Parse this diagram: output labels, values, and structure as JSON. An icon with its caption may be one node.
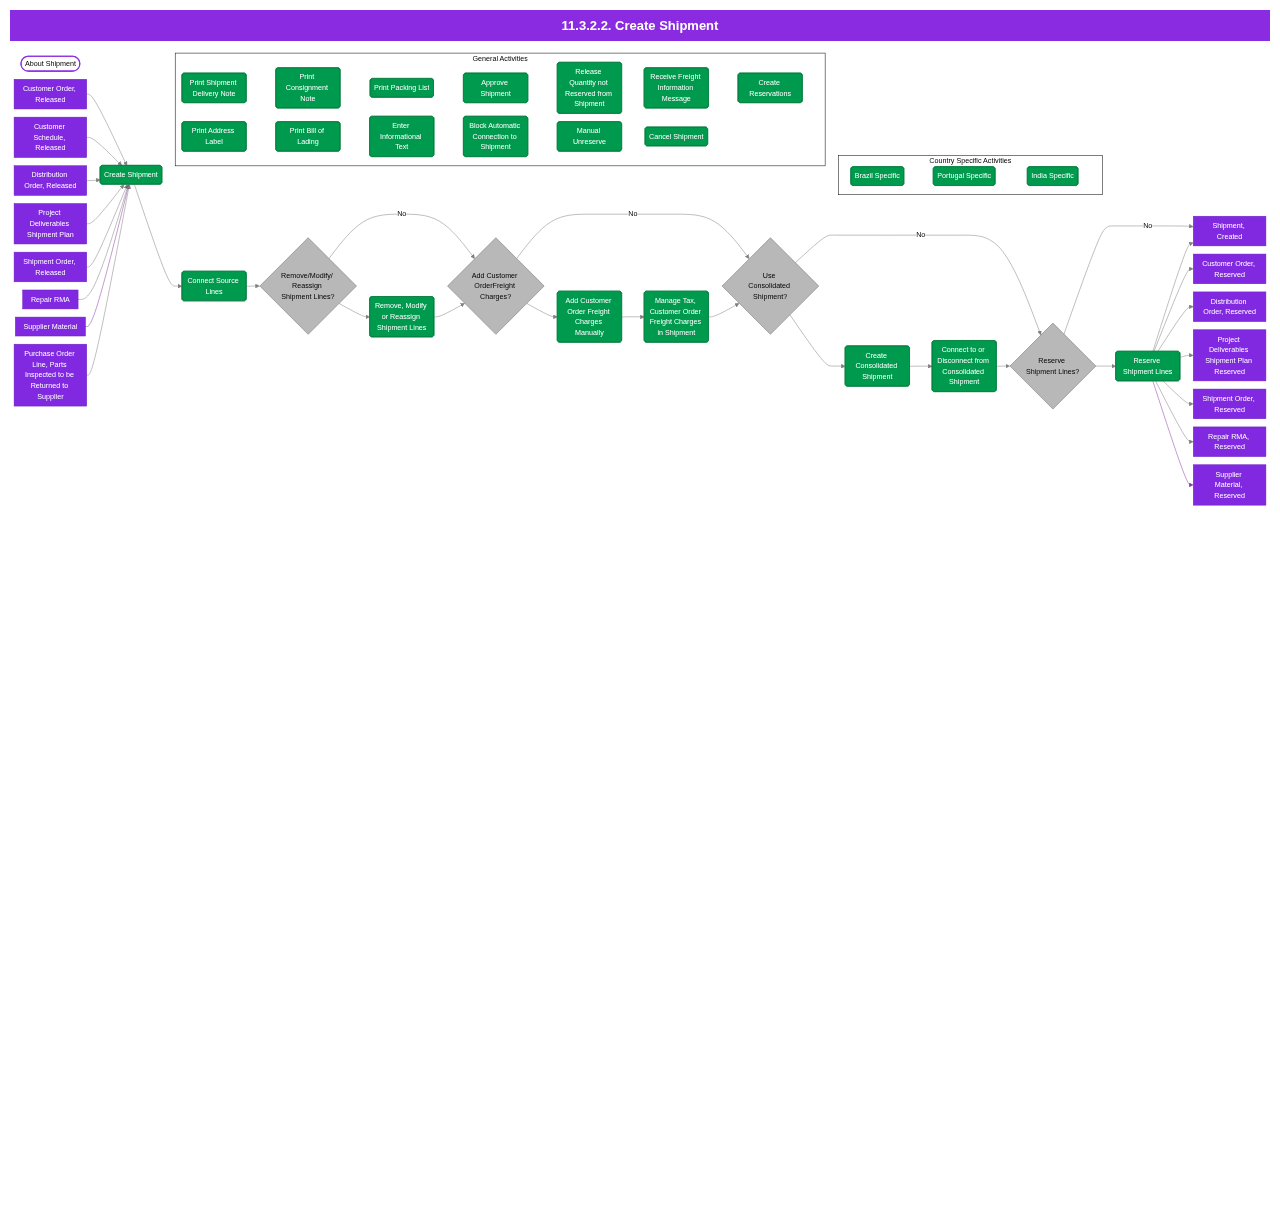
{
  "diagram": {
    "title": "11.3.2.2. Create Shipment",
    "nodes": [
      {
        "text": [
          "About Shipment"
        ]
      },
      {
        "text": [
          "Customer Order, Released"
        ]
      },
      {
        "text": [
          "Customer Schedule, Released"
        ]
      },
      {
        "text": [
          "Distribution Order, Released"
        ]
      },
      {
        "text": [
          "Project Deliverables Shipment Plan"
        ]
      },
      {
        "text": [
          "Shipment Order, Released"
        ]
      },
      {
        "text": [
          "Repair RMA"
        ]
      },
      {
        "text": [
          "Supplier Material"
        ]
      },
      {
        "text": [
          "Purchase Order Line, Parts Inspected to be Returned to Supplier"
        ]
      },
      {
        "text": [
          "Create Shipment"
        ]
      },
      {
        "text": [
          "Connect Source Lines"
        ]
      },
      {
        "text": [
          "Remove/Modify/ Reassign Shipment Lines?"
        ]
      },
      {
        "text": [
          "Remove, Modify or Reassign Shipment Lines"
        ]
      },
      {
        "text": [
          "Add Customer OrderFreight Charges?"
        ]
      },
      {
        "text": [
          "Add Customer Order Freight Charges Manually"
        ]
      },
      {
        "text": [
          "Manage Tax, Customer Order Freight Charges in Shipment"
        ]
      },
      {
        "text": [
          "Use Consolidated Shipment?"
        ]
      },
      {
        "text": [
          "Create Consolidated Shipment"
        ]
      },
      {
        "text": [
          "Connect to or Disconnect from Consolidated Shipment"
        ]
      },
      {
        "text": [
          "Reserve Shipment Lines?"
        ]
      },
      {
        "text": [
          "Reserve Shipment Lines"
        ]
      },
      {
        "text": [
          "Shipment, Created"
        ]
      },
      {
        "text": [
          "Customer Order, Reserved"
        ]
      },
      {
        "text": [
          "Distribution Order, Reserved"
        ]
      },
      {
        "text": [
          "Project Deliverables Shipment Plan Reserved"
        ]
      },
      {
        "text": [
          "Shipment Order, Reserved"
        ]
      },
      {
        "text": [
          "Repair RMA, Reserved"
        ]
      },
      {
        "text": [
          "Supplier Material, Reserved"
        ]
      },
      {
        "text": [
          "General Activities"
        ]
      },
      {
        "text": [
          "Print Shipment Delivery Note"
        ],
        "in": 28
      },
      {
        "text": [
          "Print Consignment Note"
        ],
        "in": 28
      },
      {
        "text": [
          "Print Packing List"
        ],
        "in": 28
      },
      {
        "text": [
          "Approve Shipment"
        ],
        "in": 28
      },
      {
        "text": [
          "Release Quantity not Reserved from Shipment"
        ],
        "in": 28
      },
      {
        "text": [
          "Receive Freight Information Message"
        ],
        "in": 28
      },
      {
        "text": [
          "Create Reservations"
        ],
        "in": 28
      },
      {
        "text": [
          "Print Address Label"
        ],
        "in": 28
      },
      {
        "text": [
          "Print Bill of Lading"
        ],
        "in": 28
      },
      {
        "text": [
          "Enter Informational Text"
        ],
        "in": 28
      },
      {
        "text": [
          "Block Automatic Connection to Shipment"
        ],
        "in": 28
      },
      {
        "text": [
          "Manual Unreserve"
        ],
        "in": 28
      },
      {
        "text": [
          "Cancel Shipment"
        ],
        "in": 28
      },
      {
        "text": [
          "Country Specific Activities"
        ]
      },
      {
        "text": [
          "Brazil Specific"
        ],
        "in": 42
      },
      {
        "text": [
          "Portugal Specific"
        ],
        "in": 42
      },
      {
        "text": [
          "India Specific"
        ],
        "in": 42
      }
    ],
    "edges": [
      {
        "from": 1,
        "to": 9,
        "arrow": "to"
      },
      {
        "from": 2,
        "to": 9,
        "arrow": "to"
      },
      {
        "from": 3,
        "to": 9,
        "arrow": "to"
      },
      {
        "from": 4,
        "to": 9,
        "arrow": "to"
      },
      {
        "from": 5,
        "to": 9,
        "arrow": "to"
      },
      {
        "from": 6,
        "to": 9,
        "arrow": "to"
      },
      {
        "from": 7,
        "to": 9,
        "arrow": "to",
        "color": "#8b3c9f"
      },
      {
        "from": 8,
        "to": 9,
        "arrow": "to"
      },
      {
        "from": 9,
        "to": 10,
        "arrow": "to"
      },
      {
        "from": 10,
        "to": 11,
        "arrow": "to"
      },
      {
        "from": 11,
        "to": 13,
        "arrow": "to",
        "label": "No"
      },
      {
        "from": 11,
        "to": 12,
        "arrow": "to"
      },
      {
        "from": 12,
        "to": 13,
        "arrow": "to"
      },
      {
        "from": 13,
        "to": 16,
        "arrow": "to",
        "label": "No"
      },
      {
        "from": 13,
        "to": 14,
        "arrow": "to"
      },
      {
        "from": 14,
        "to": 15,
        "arrow": "to"
      },
      {
        "from": 15,
        "to": 16,
        "arrow": "to"
      },
      {
        "from": 16,
        "to": 19,
        "arrow": "to",
        "label": "No"
      },
      {
        "from": 16,
        "to": 17,
        "arrow": "to"
      },
      {
        "from": 17,
        "to": 18,
        "arrow": "to"
      },
      {
        "from": 18,
        "to": 19,
        "arrow": "to"
      },
      {
        "from": 19,
        "to": 21,
        "arrow": "to",
        "label": "No"
      },
      {
        "from": 19,
        "to": 20,
        "arrow": "to"
      },
      {
        "from": 20,
        "to": 21,
        "arrow": "to"
      },
      {
        "from": 20,
        "to": 22,
        "arrow": "to"
      },
      {
        "from": 20,
        "to": 23,
        "arrow": "to"
      },
      {
        "from": 20,
        "to": 24,
        "arrow": "to"
      },
      {
        "from": 20,
        "to": 25,
        "arrow": "to"
      },
      {
        "from": 20,
        "to": 26,
        "arrow": "to"
      },
      {
        "from": 20,
        "to": 27,
        "arrow": "to",
        "color": "#8b3c9f"
      }
    ]
  }
}
